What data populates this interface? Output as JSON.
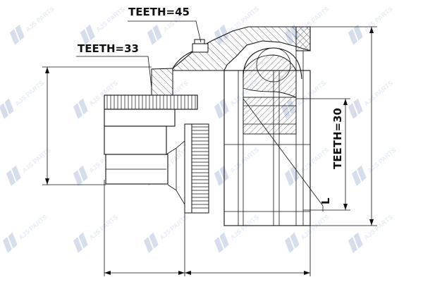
{
  "drawing": {
    "label_teeth_outer": "TEETH=45",
    "label_teeth_shaft": "TEETH=33",
    "label_teeth_inner": "TEETH=30",
    "label_length": "L"
  },
  "watermark": {
    "brand": "AJS",
    "word": "PARTS",
    "color": "#c9d3e8"
  }
}
